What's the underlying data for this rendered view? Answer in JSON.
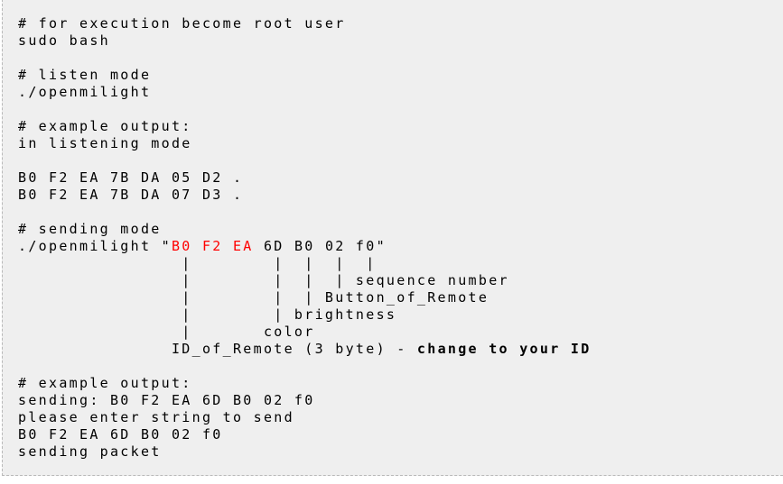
{
  "page": {
    "background": "#ffffff"
  },
  "code_block": {
    "background": "#efefef",
    "border_color": "#b9b9b9",
    "border_style": "dashed",
    "text_color": "#000000",
    "highlight_color": "#ff0000",
    "lines": [
      [
        {
          "t": "# for execution become root user"
        }
      ],
      [
        {
          "t": "sudo bash"
        }
      ],
      [],
      [
        {
          "t": "# listen mode"
        }
      ],
      [
        {
          "t": "./openmilight"
        }
      ],
      [],
      [
        {
          "t": "# example output:"
        }
      ],
      [
        {
          "t": "in listening mode"
        }
      ],
      [],
      [
        {
          "t": "B0 F2 EA 7B DA 05 D2 ."
        }
      ],
      [
        {
          "t": "B0 F2 EA 7B DA 07 D3 ."
        }
      ],
      [],
      [
        {
          "t": "# sending mode"
        }
      ],
      [
        {
          "t": "./openmilight \""
        },
        {
          "t": "B0 F2 EA",
          "s": "red"
        },
        {
          "t": " 6D B0 02 f0\""
        }
      ],
      [
        {
          "t": "                |        |  |  |  |"
        }
      ],
      [
        {
          "t": "                |        |  |  | sequence number"
        }
      ],
      [
        {
          "t": "                |        |  | Button_of_Remote"
        }
      ],
      [
        {
          "t": "                |        | brightness"
        }
      ],
      [
        {
          "t": "                |       color"
        }
      ],
      [
        {
          "t": "               ID_of_Remote (3 byte) - "
        },
        {
          "t": "change to your ID",
          "s": "bold"
        }
      ],
      [],
      [
        {
          "t": "# example output:"
        }
      ],
      [
        {
          "t": "sending: B0 F2 EA 6D B0 02 f0"
        }
      ],
      [
        {
          "t": "please enter string to send"
        }
      ],
      [
        {
          "t": "B0 F2 EA 6D B0 02 f0"
        }
      ],
      [
        {
          "t": "sending packet"
        }
      ]
    ]
  }
}
